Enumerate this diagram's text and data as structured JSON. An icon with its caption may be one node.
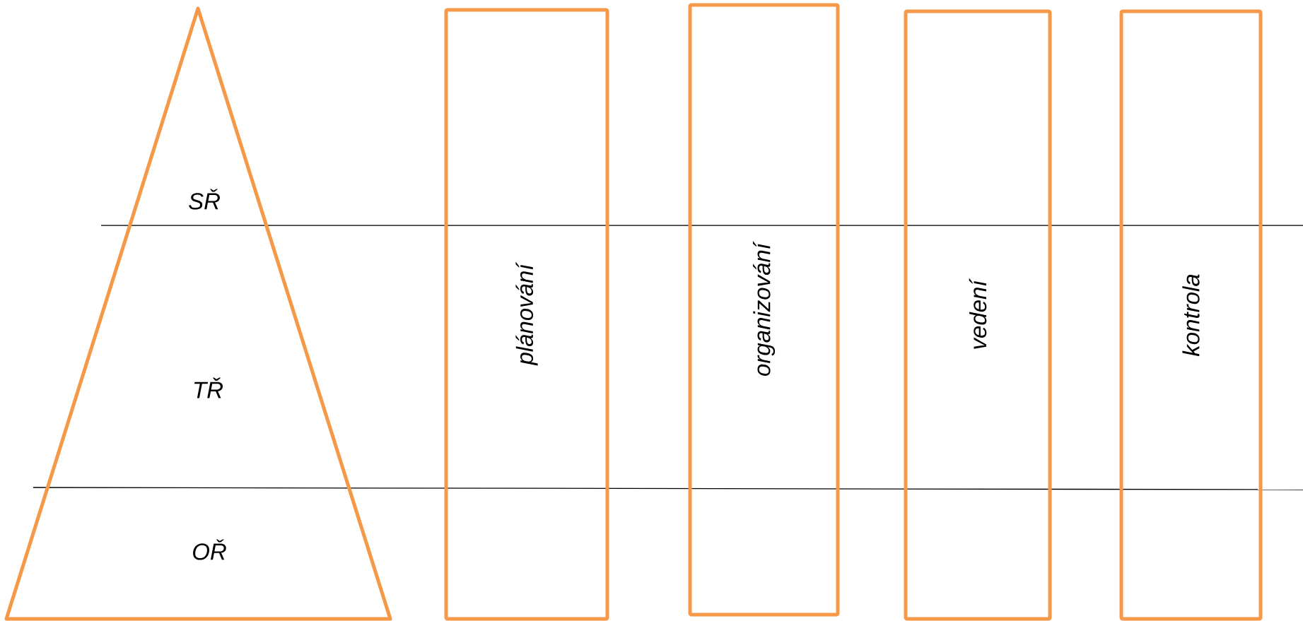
{
  "diagram": {
    "nodes": [
      {
        "text": [
          "SŘ",
          "TŘ",
          "OŘ"
        ]
      },
      {
        "text": [
          "plánování"
        ]
      },
      {
        "text": [
          "organizování"
        ]
      },
      {
        "text": [
          "vedení"
        ]
      },
      {
        "text": [
          "kontrola"
        ]
      }
    ]
  }
}
